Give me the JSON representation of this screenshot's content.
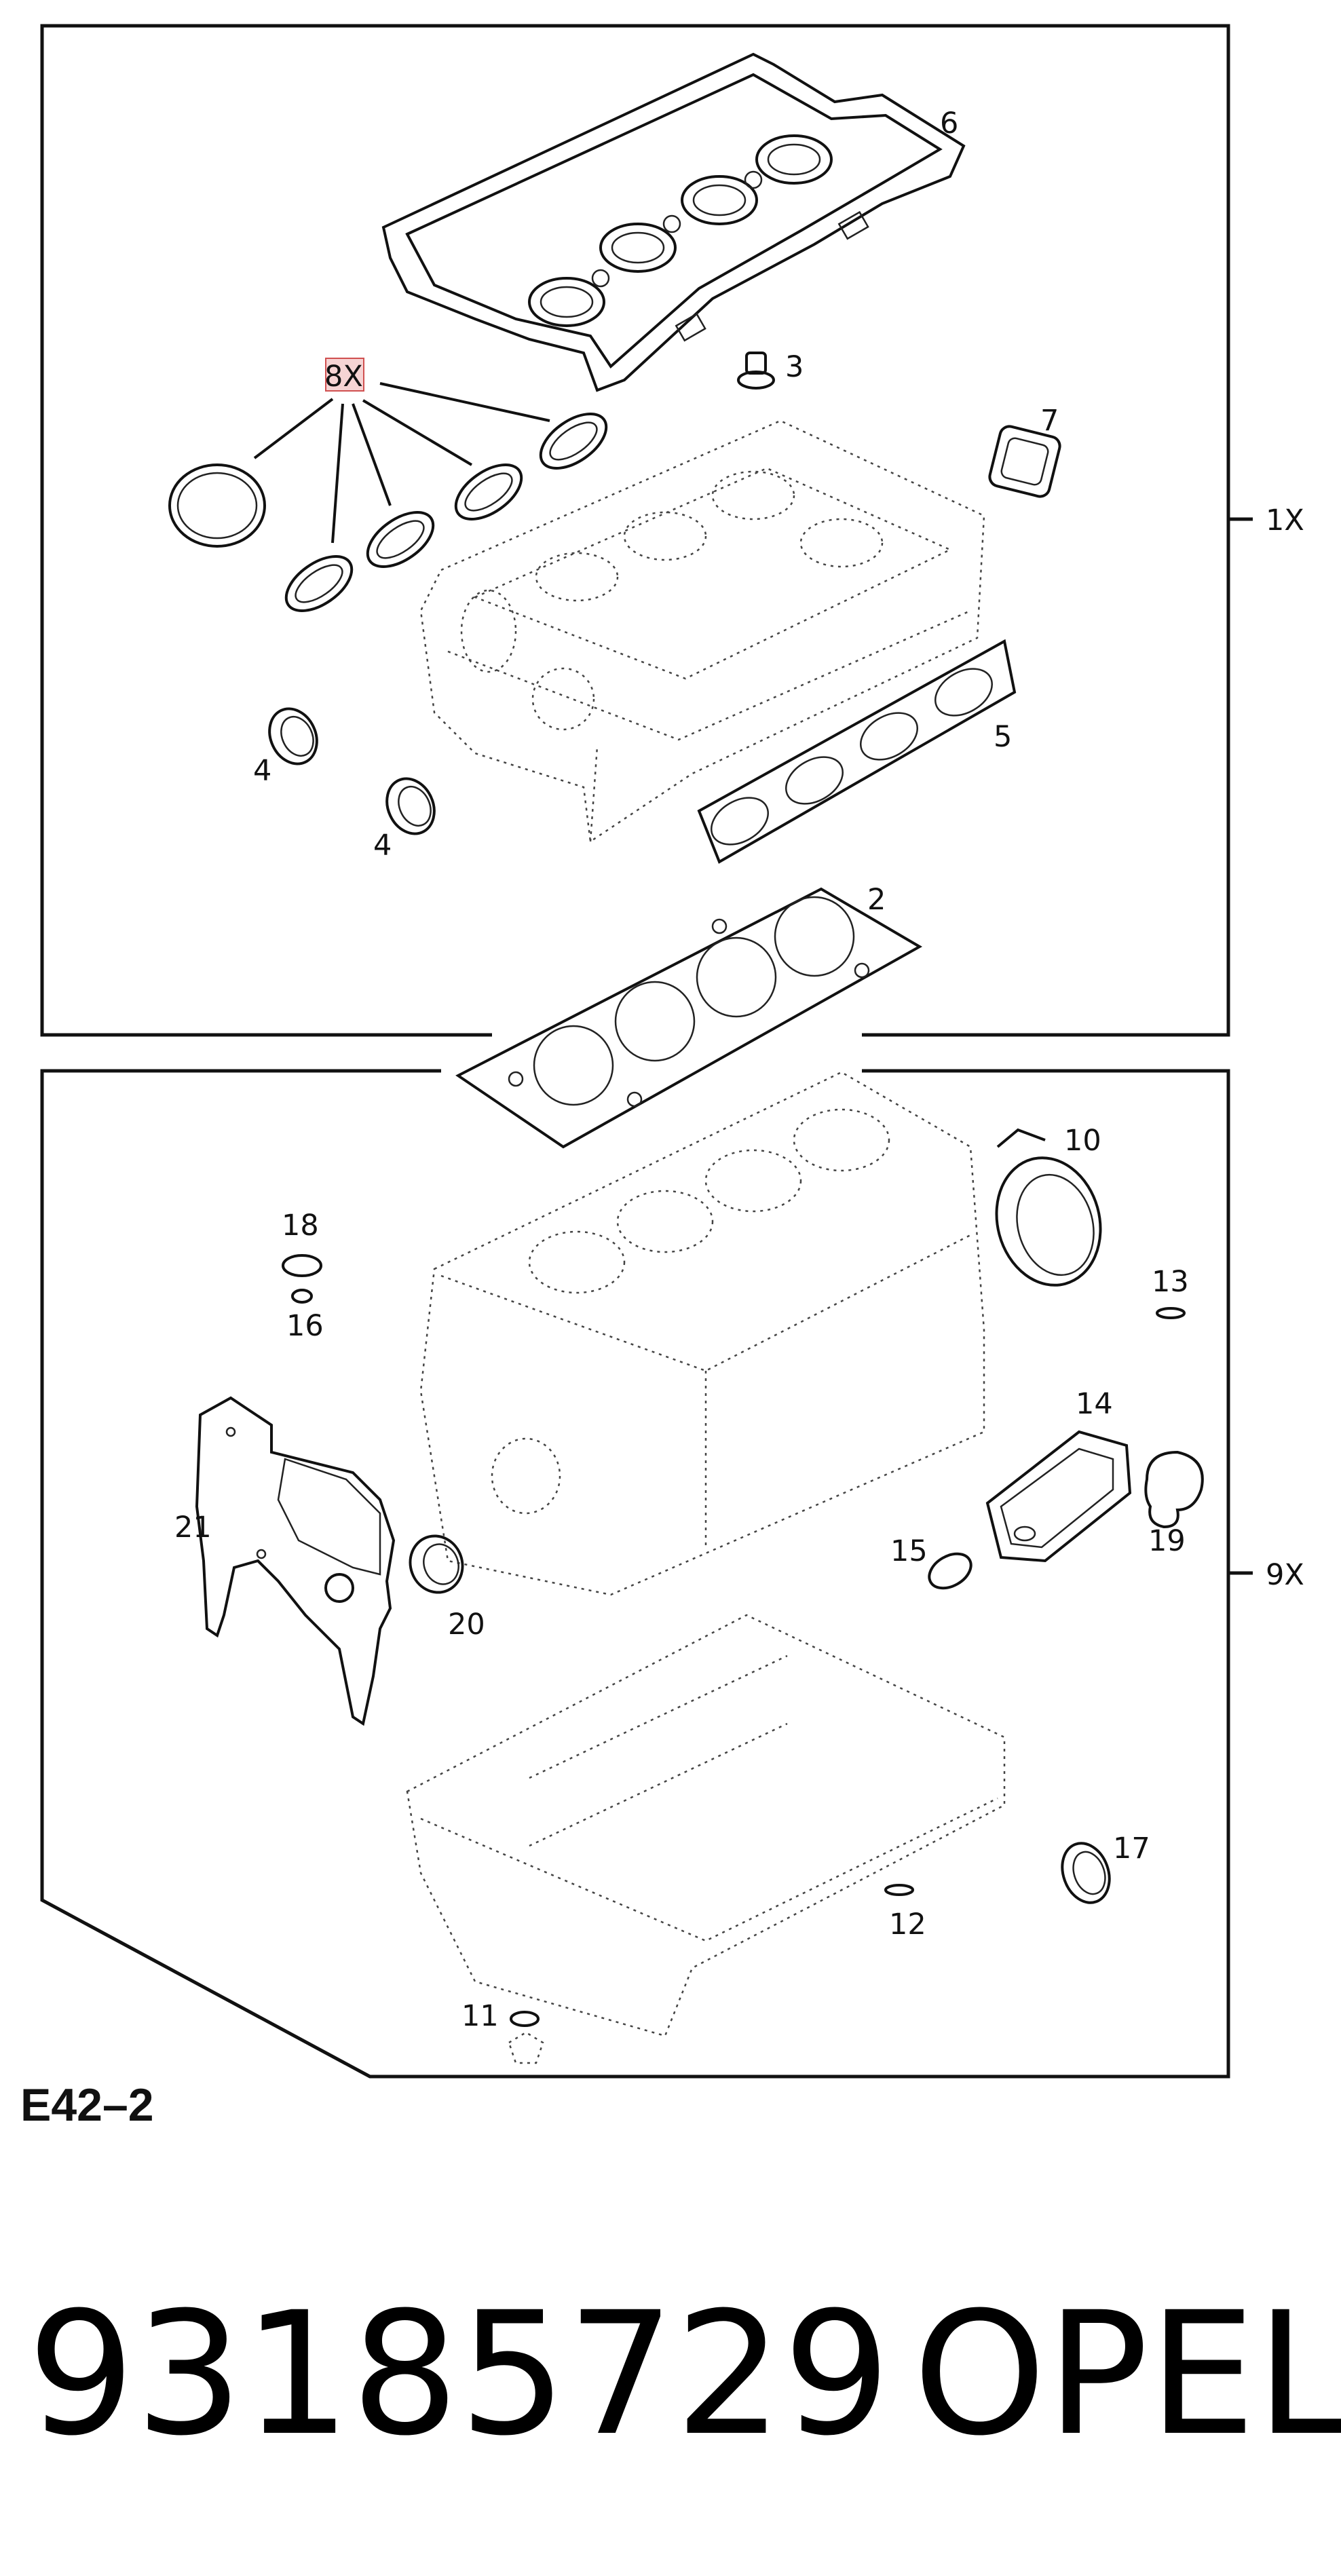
{
  "diagram": {
    "callouts": [
      "6",
      "3",
      "7",
      "5",
      "4",
      "4",
      "2",
      "10",
      "13",
      "18",
      "16",
      "14",
      "15",
      "19",
      "21",
      "20",
      "17",
      "12",
      "11"
    ],
    "highlight_quantity": "8X",
    "upper_box_quantity": "1X",
    "lower_box_quantity": "9X",
    "diagram_code": "E42–2"
  },
  "part_number": "93185729",
  "brand": "OPEL",
  "colors": {
    "highlight_fill": "#f6d4d4",
    "highlight_stroke": "#d05050"
  }
}
